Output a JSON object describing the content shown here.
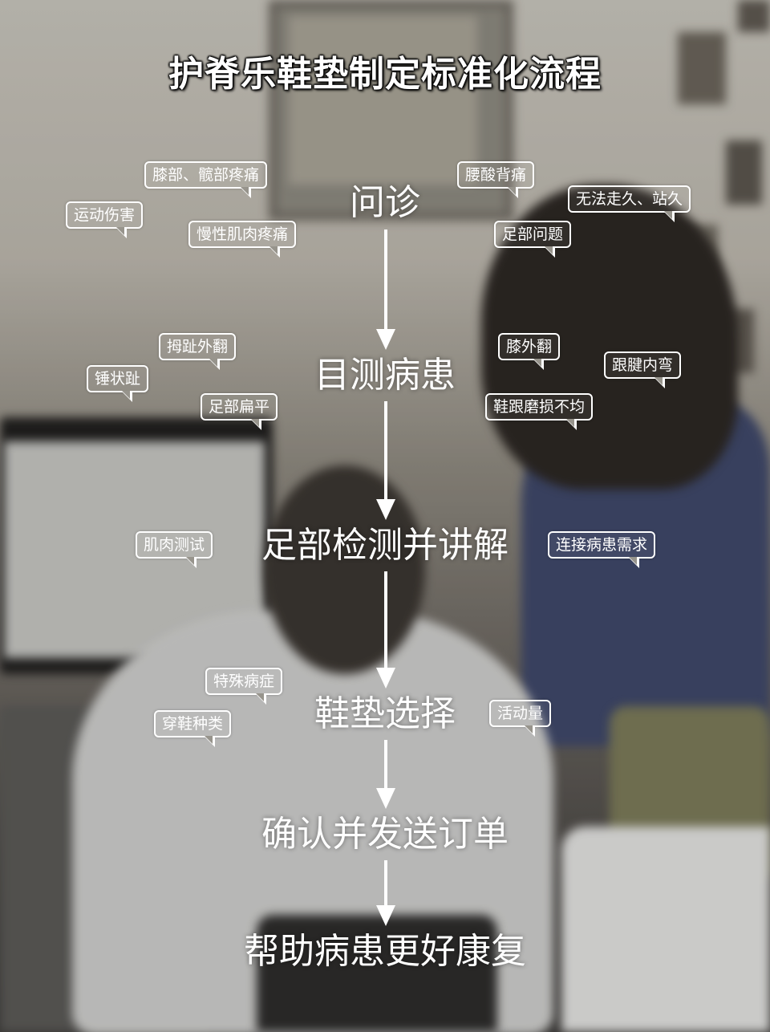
{
  "title": "护脊乐鞋垫制定标准化流程",
  "steps": [
    "问诊",
    "目测病患",
    "足部检测并讲解",
    "鞋垫选择",
    "确认并发送订单",
    "帮助病患更好康复"
  ],
  "bubbles": {
    "knee_hip_pain": "膝部、髋部疼痛",
    "sports_injury": "运动伤害",
    "chronic_muscle_pain": "慢性肌肉疼痛",
    "back_pain": "腰酸背痛",
    "cannot_walk_stand": "无法走久、站久",
    "foot_problem": "足部问题",
    "hallux_valgus": "拇趾外翻",
    "hammer_toe": "锤状趾",
    "flat_foot": "足部扁平",
    "knee_valgus": "膝外翻",
    "achilles_bend": "跟腱内弯",
    "uneven_heel_wear": "鞋跟磨损不均",
    "muscle_test": "肌肉测试",
    "patient_needs": "连接病患需求",
    "special_condition": "特殊病症",
    "shoe_type": "穿鞋种类",
    "activity_level": "活动量"
  },
  "colors": {
    "text": "#ffffff",
    "arrow": "#ffffff"
  }
}
